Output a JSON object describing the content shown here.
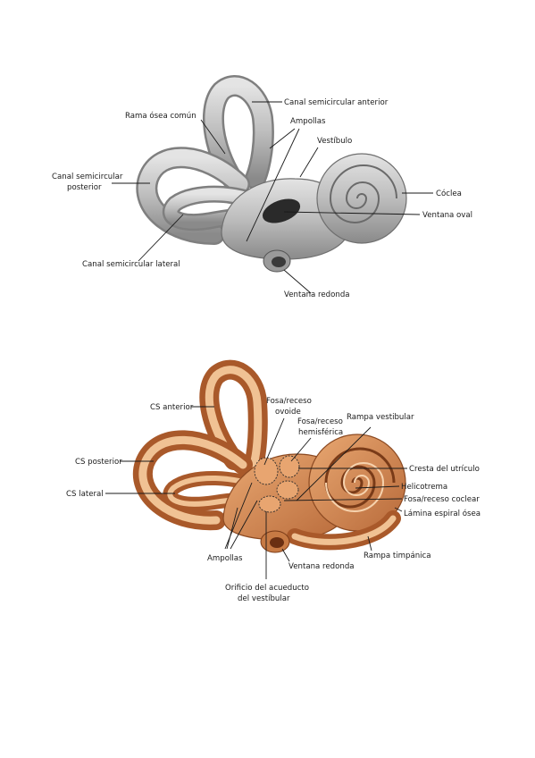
{
  "figure_top": {
    "labels": {
      "canal_anterior": "Canal semicircular anterior",
      "rama_osea": "Rama ósea común",
      "ampollas": "Ampollas",
      "vestibulo": "Vestíbulo",
      "canal_posterior_1": "Canal semicircular",
      "canal_posterior_2": "posterior",
      "coclea": "Cóclea",
      "ventana_oval": "Ventana oval",
      "canal_lateral": "Canal semicircular lateral",
      "ventana_redonda": "Ventana redonda"
    },
    "colors": {
      "bone": "#cfcfcf",
      "shade": "#8e8e8e",
      "dark": "#2a2a2a"
    }
  },
  "figure_bottom": {
    "labels": {
      "cs_anterior": "CS anterior",
      "fosa_ovoide_1": "Fosa/receso",
      "fosa_ovoide_2": "ovoide",
      "fosa_hemisferica_1": "Fosa/receso",
      "fosa_hemisferica_2": "hemisférica",
      "rampa_vestibular": "Rampa vestibular",
      "cs_posterior": "CS posterior",
      "cresta_utriculo": "Cresta del utrículo",
      "cs_lateral": "CS lateral",
      "helicotrema": "Helicotrema",
      "fosa_coclear": "Fosa/receso coclear",
      "lamina_espiral": "Lámina espiral ósea",
      "ampollas": "Ampollas",
      "ventana_redonda": "Ventana redonda",
      "rampa_timpanica": "Rampa timpánica",
      "orificio_1": "Orificio del acueducto",
      "orificio_2": "del vestíbular"
    },
    "colors": {
      "bone": "#d9915c",
      "inner": "#f3c79c",
      "dark": "#8c4a22"
    }
  }
}
